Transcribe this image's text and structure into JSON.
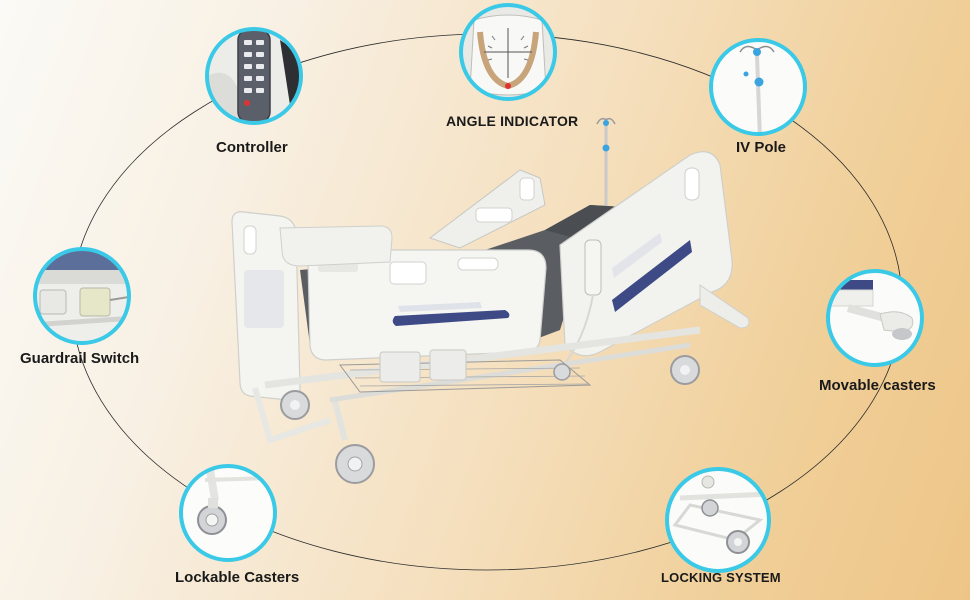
{
  "features": {
    "controller": "Controller",
    "angle_indicator": "ANGLE INDICATOR",
    "iv_pole": "IV Pole",
    "guardrail_switch": "Guardrail Switch",
    "movable_casters": "Movable casters",
    "lockable_casters": "Lockable Casters",
    "locking_system": "LOCKING SYSTEM"
  },
  "colors": {
    "callout_ring": "#3ac9e6",
    "bed_panel_accent": "#3d4a86",
    "mattress": "#55585d",
    "frame": "#e9e9e6"
  }
}
